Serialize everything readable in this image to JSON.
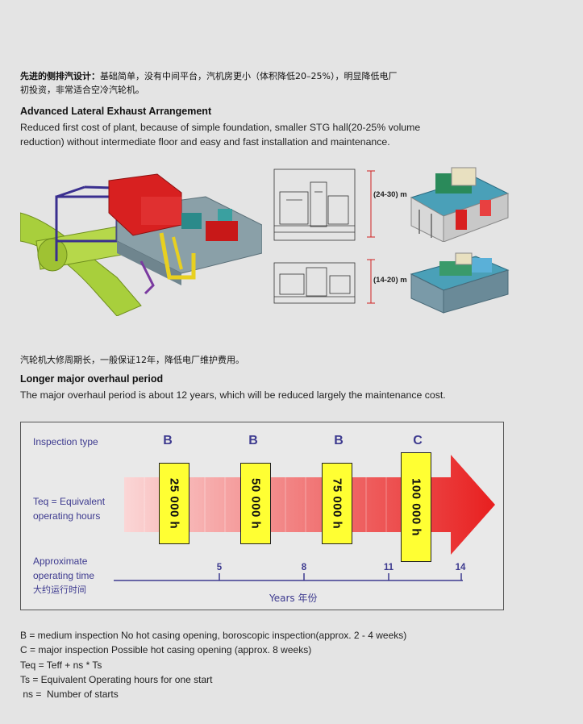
{
  "intro_cn": {
    "bold": "先进的侧排汽设计：",
    "text1": "基础简单，没有中间平台，汽机房更小（体积降低20–25%），明显降低电厂",
    "text2": "初投资，非常适合空冷汽轮机。"
  },
  "section1": {
    "heading": "Advanced Lateral Exhaust Arrangement",
    "line1": "Reduced first cost of plant, because of simple foundation, smaller STG hall(20-25% volume",
    "line2": "reduction) without intermediate floor and easy and fast installation and maintenance."
  },
  "figures": {
    "dim_top": "(24-30) m",
    "dim_bottom": "(14-20) m"
  },
  "section2": {
    "cn": "汽轮机大修周期长，一般保证12年，降低电厂维护费用。",
    "heading": "Longer major overhaul period",
    "text": "The major overhaul period is about 12 years, which will be reduced largely the maintenance cost."
  },
  "chart_data": {
    "type": "table",
    "row_labels": {
      "inspection_type": "Inspection type",
      "teq_line1": "Teq = Equivalent",
      "teq_line2": "operating hours",
      "approx_line1": "Approximate",
      "approx_line2": "operating time",
      "approx_line3": "大约运行时间"
    },
    "inspections": [
      {
        "type": "B",
        "hours": "25 000 h"
      },
      {
        "type": "B",
        "hours": "50 000 h"
      },
      {
        "type": "B",
        "hours": "75 000 h"
      },
      {
        "type": "C",
        "hours": "100 000 h"
      }
    ],
    "years_ticks": [
      "5",
      "8",
      "11",
      "14"
    ],
    "axis_label": "Years  年份",
    "arrow_colors": {
      "start": "#fbd6d6",
      "end": "#e81f1f"
    }
  },
  "legend": {
    "line1": "B = medium inspection  No hot casing opening, boroscopic inspection(approx. 2 - 4 weeks)",
    "line2": "C = major inspection  Possible hot casing opening    (approx. 8 weeks)",
    "line3": "Teq =  Teff + ns * Ts",
    "line4": "Ts =  Equivalent Operating hours for one start",
    "line5": " ns =  Number of starts"
  }
}
